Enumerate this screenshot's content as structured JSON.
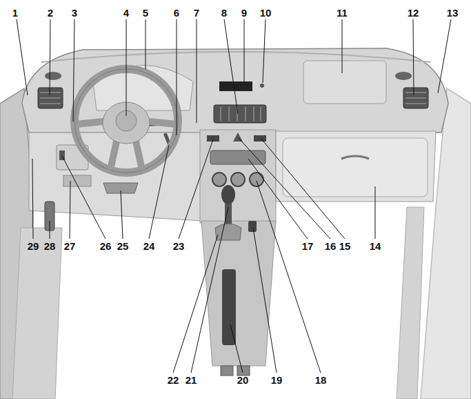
{
  "diagram": {
    "labels": [
      "1",
      "2",
      "3",
      "4",
      "5",
      "6",
      "7",
      "8",
      "9",
      "10",
      "11",
      "12",
      "13",
      "29",
      "28",
      "27",
      "26",
      "25",
      "24",
      "23",
      "22",
      "21",
      "20",
      "19",
      "18",
      "17",
      "16",
      "15",
      "14"
    ]
  }
}
